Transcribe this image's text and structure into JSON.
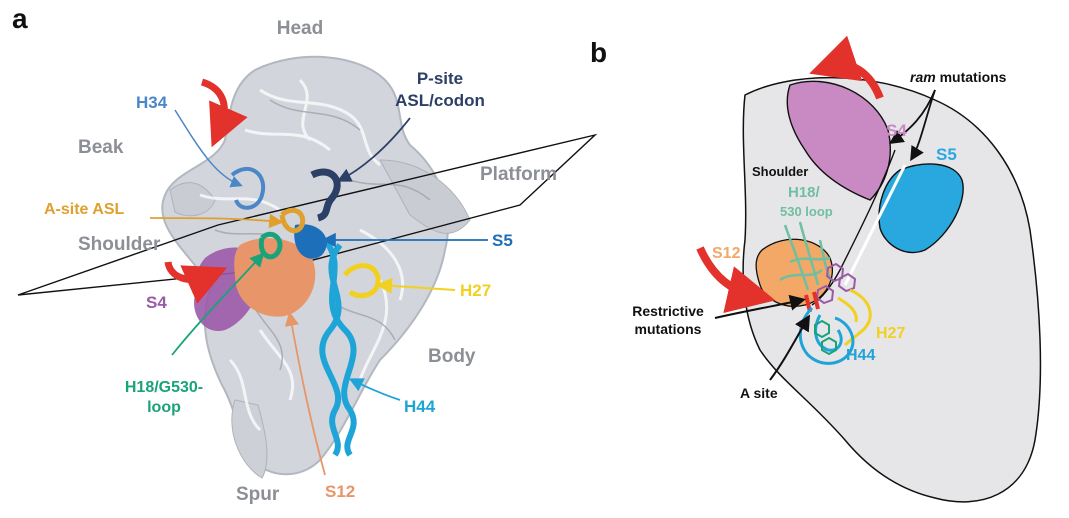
{
  "colors": {
    "ribosome_gray": "#c9ccd3",
    "label_gray": "#8c8f96",
    "h34_blue": "#4a86c8",
    "psite_navy": "#2c3f66",
    "asite_orange": "#e0a030",
    "s5_blue": "#1c6fb8",
    "h27_yellow": "#f2d020",
    "s4_purple": "#9b5aa8",
    "h18_green": "#1aa37a",
    "h44_cyan": "#1fa4d8",
    "s12_salmon": "#e8956a",
    "arrow_red": "#e3322b",
    "plane_black": "#111111"
  },
  "panel_a": {
    "letter": "a",
    "labels": {
      "head": "Head",
      "h34": "H34",
      "psite": "P-site",
      "psite2": "ASL/codon",
      "beak": "Beak",
      "platform": "Platform",
      "asite": "A-site ASL",
      "shoulder": "Shoulder",
      "s5": "S5",
      "h27": "H27",
      "s4": "S4",
      "body": "Body",
      "h18": "H18/G530-",
      "h18b": "loop",
      "h44": "H44",
      "spur": "Spur",
      "s12": "S12"
    }
  },
  "panel_b": {
    "letter": "b",
    "labels": {
      "ram_italic": "ram",
      "ram_rest": " mutations",
      "s4": "S4",
      "s5": "S5",
      "shoulder": "Shoulder",
      "h18": "H18/",
      "h18b": "530 loop",
      "s12": "S12",
      "restrictive": "Restrictive",
      "restrictive2": "mutations",
      "h27": "H27",
      "h44": "H44",
      "asite": "A site"
    }
  }
}
